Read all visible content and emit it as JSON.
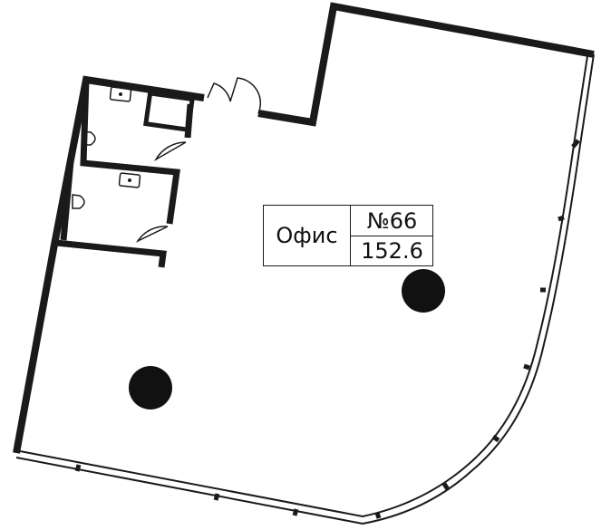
{
  "room": {
    "name": "Офис",
    "number": "№66",
    "area": "152.6"
  },
  "colors": {
    "wall": "#1a1a1a",
    "glazing": "#1a1a1a",
    "background": "#ffffff"
  }
}
